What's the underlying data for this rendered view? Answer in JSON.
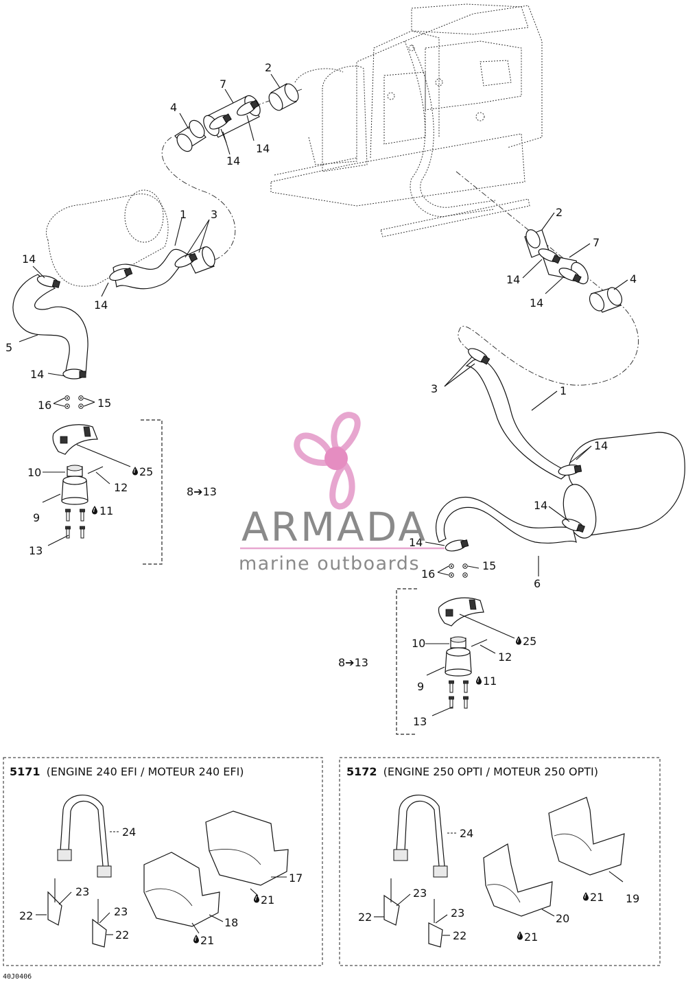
{
  "watermark": {
    "brand": "ARMADA",
    "tagline": "marine outboards",
    "colors": {
      "logo": "#e7a6cf",
      "logo_center": "#e58dc1",
      "text": "#8a8a8a",
      "rule": "#e7a6cf"
    }
  },
  "figure_code": "40J0406",
  "callouts": {
    "left": {
      "n1": "1",
      "n2": "2",
      "n3": "3",
      "n4": "4",
      "n5": "5",
      "n7": "7",
      "n14_a": "14",
      "n14_b": "14",
      "n14_c": "14",
      "n14_d": "14",
      "n14_e": "14",
      "n16": "16",
      "n15": "15",
      "n10": "10",
      "n12": "12",
      "n9": "9",
      "n13": "13",
      "n25": "25",
      "n11": "11",
      "range": "8➔13"
    },
    "right": {
      "n2": "2",
      "n7": "7",
      "n4": "4",
      "n3": "3",
      "n1": "1",
      "n6": "6",
      "n14_a": "14",
      "n14_b": "14",
      "n14_c": "14",
      "n14_d": "14",
      "n14_e": "14",
      "n16": "16",
      "n15": "15",
      "n10": "10",
      "n12": "12",
      "n9": "9",
      "n13": "13",
      "n25": "25",
      "n11": "11",
      "range": "8➔13"
    }
  },
  "kits": [
    {
      "code": "5171",
      "title": "(ENGINE 240 EFI / MOTEUR 240 EFI)",
      "labels": {
        "strap": "24",
        "clip_a": "23",
        "clip_b": "23",
        "base_a": "22",
        "base_b": "22",
        "block_big": "17",
        "block_small": "18",
        "lube_a": "21",
        "lube_b": "21"
      }
    },
    {
      "code": "5172",
      "title": "(ENGINE 250 OPTI / MOTEUR 250 OPTI)",
      "labels": {
        "strap": "24",
        "clip_a": "23",
        "clip_b": "23",
        "base_a": "22",
        "base_b": "22",
        "block_big": "19",
        "block_small": "20",
        "lube_a": "21",
        "lube_b": "21"
      }
    }
  ],
  "icons": [
    "lubricant-drop-icon",
    "arrow-right-icon",
    "propeller-logo-icon"
  ]
}
